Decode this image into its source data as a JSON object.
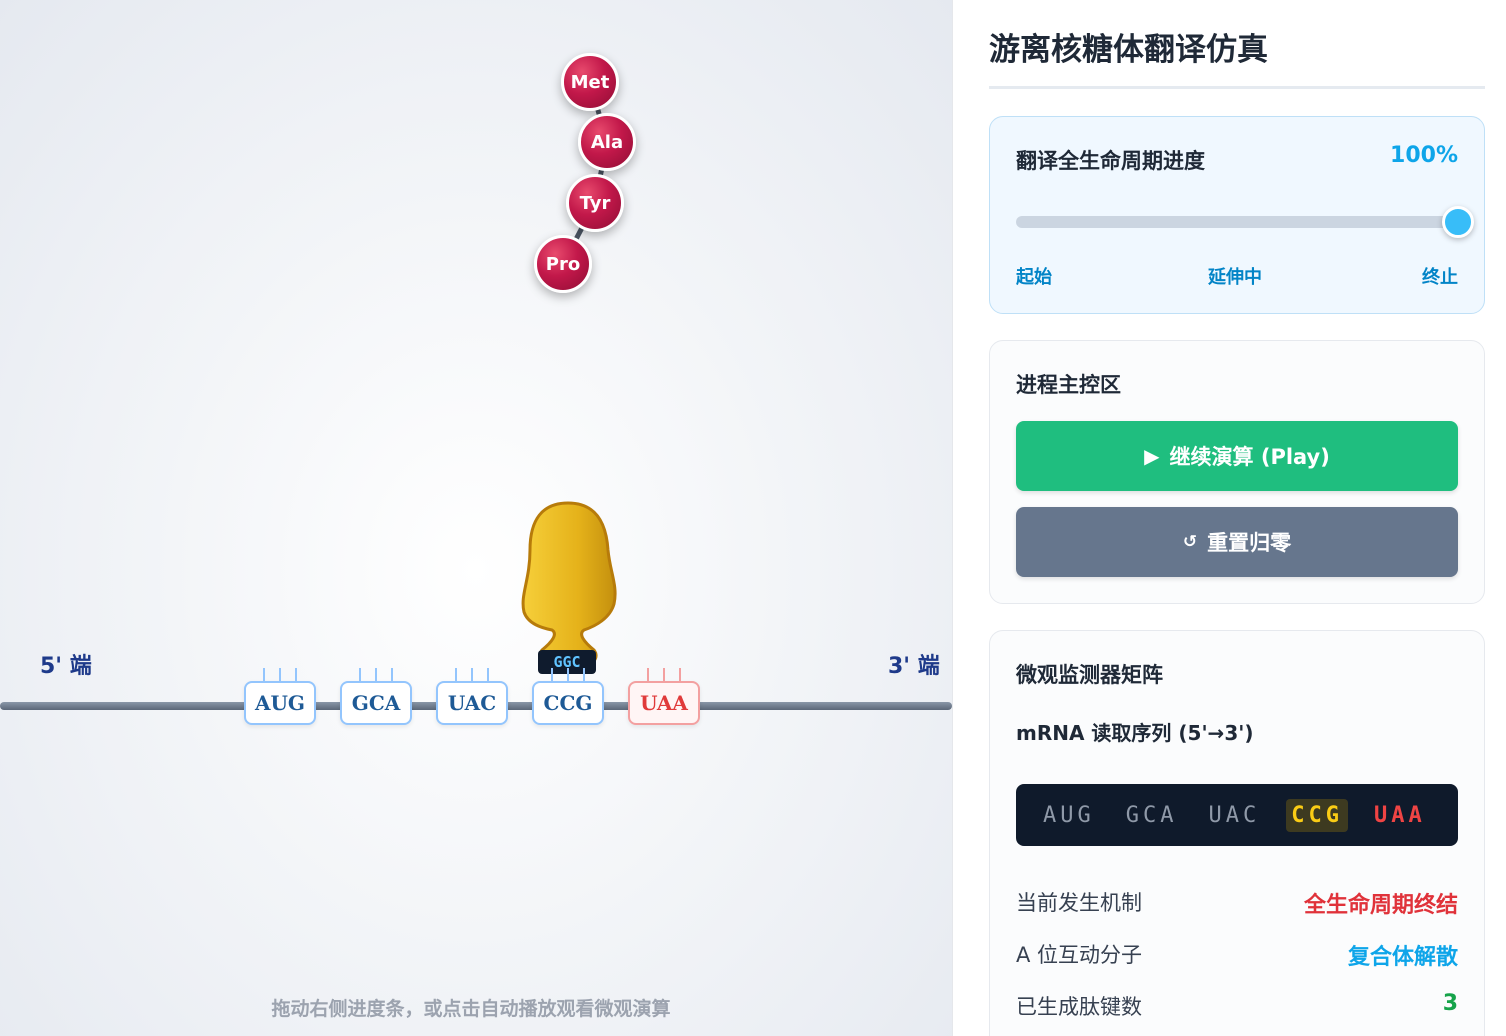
{
  "simulation": {
    "peptide": [
      "Met",
      "Ala",
      "Tyr",
      "Pro"
    ],
    "five_prime_label": "5' 端",
    "three_prime_label": "3' 端",
    "codons": [
      "AUG",
      "GCA",
      "UAC",
      "CCG",
      "UAA"
    ],
    "anticodon": "GGC",
    "hint": "拖动右侧进度条，或点击自动播放观看微观演算",
    "colors": {
      "amino_acid": "#c2184a",
      "ribosome": "#e9b820",
      "codon_border": "#93c5fd",
      "stop_codon": "#e03a3a"
    }
  },
  "panel": {
    "title": "游离核糖体翻译仿真",
    "progress": {
      "label": "翻译全生命周期进度",
      "value_text": "100%",
      "value": 1.0,
      "stages": [
        "起始",
        "延伸中",
        "终止"
      ]
    },
    "controls": {
      "label": "进程主控区",
      "play_icon": "play-icon",
      "play_label": "继续演算 (Play)",
      "reset_icon": "reset-icon",
      "reset_label": "重置归零"
    },
    "monitor": {
      "label": "微观监测器矩阵",
      "sequence_caption": "mRNA 读取序列 (5'→3')",
      "sequence": [
        "AUG",
        "GCA",
        "UAC",
        "CCG",
        "UAA"
      ],
      "current_codon_index": 3,
      "stats": [
        {
          "label": "当前发生机制",
          "value": "全生命周期终结",
          "color": "#e0323a"
        },
        {
          "label": "A 位互动分子",
          "value": "复合体解散",
          "color": "#0ea5e9"
        },
        {
          "label": "已生成肽键数",
          "value": "3",
          "color": "#16a34a"
        }
      ]
    }
  }
}
